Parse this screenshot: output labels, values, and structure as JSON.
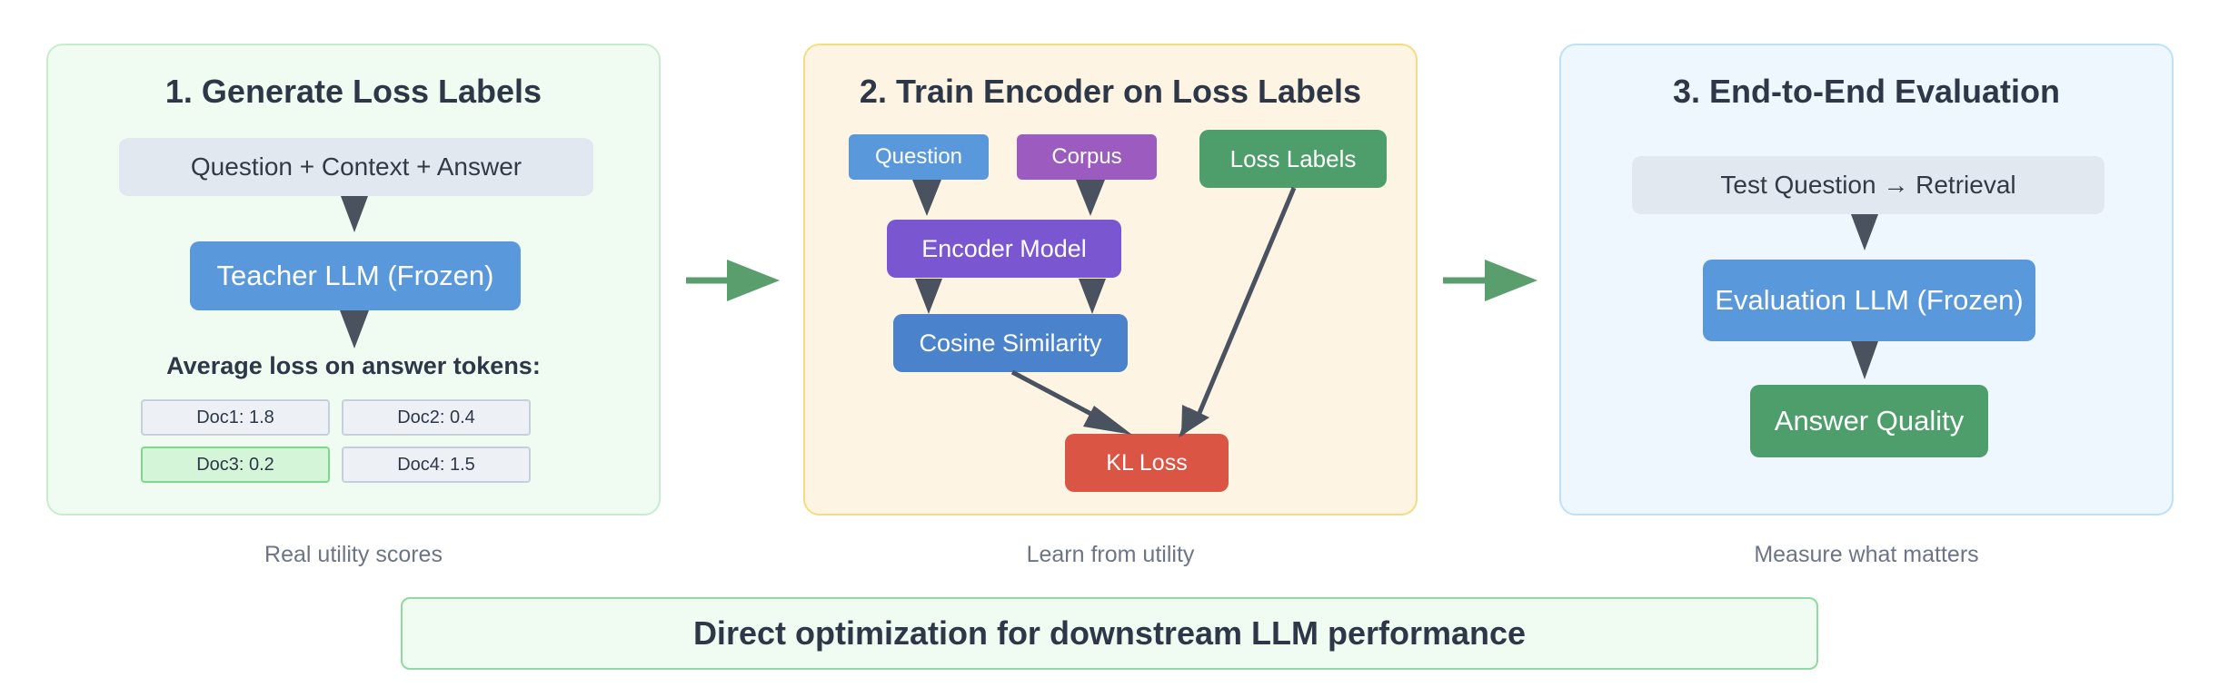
{
  "panels": [
    {
      "title": "1. Generate Loss Labels",
      "input_box": "Question + Context + Answer",
      "model_box": "Teacher LLM (Frozen)",
      "avg_label": "Average loss on answer tokens:",
      "docs": [
        {
          "label": "Doc1: 1.8",
          "highlighted": false
        },
        {
          "label": "Doc2: 0.4",
          "highlighted": false
        },
        {
          "label": "Doc3: 0.2",
          "highlighted": true
        },
        {
          "label": "Doc4: 1.5",
          "highlighted": false
        }
      ],
      "caption": "Real utility scores"
    },
    {
      "title": "2. Train Encoder on Loss Labels",
      "question_box": "Question",
      "corpus_box": "Corpus",
      "loss_labels_box": "Loss Labels",
      "encoder_box": "Encoder Model",
      "cosine_box": "Cosine Similarity",
      "kl_box": "KL Loss",
      "caption": "Learn from utility"
    },
    {
      "title": "3. End-to-End Evaluation",
      "input_box": "Test Question → Retrieval",
      "model_box": "Evaluation LLM (Frozen)",
      "output_box": "Answer Quality",
      "caption": "Measure what matters"
    }
  ],
  "banner": "Direct optimization for downstream LLM performance",
  "colors": {
    "panel1_bg": "#f0fbf1",
    "panel2_bg": "#fdf4e4",
    "panel3_bg": "#eef7fe",
    "flow_arrow": "#5a9e6e",
    "connector": "#4a5260",
    "encoder": "#7a57d1",
    "kl_loss": "#db5545",
    "loss_labels": "#4d9e6a"
  }
}
